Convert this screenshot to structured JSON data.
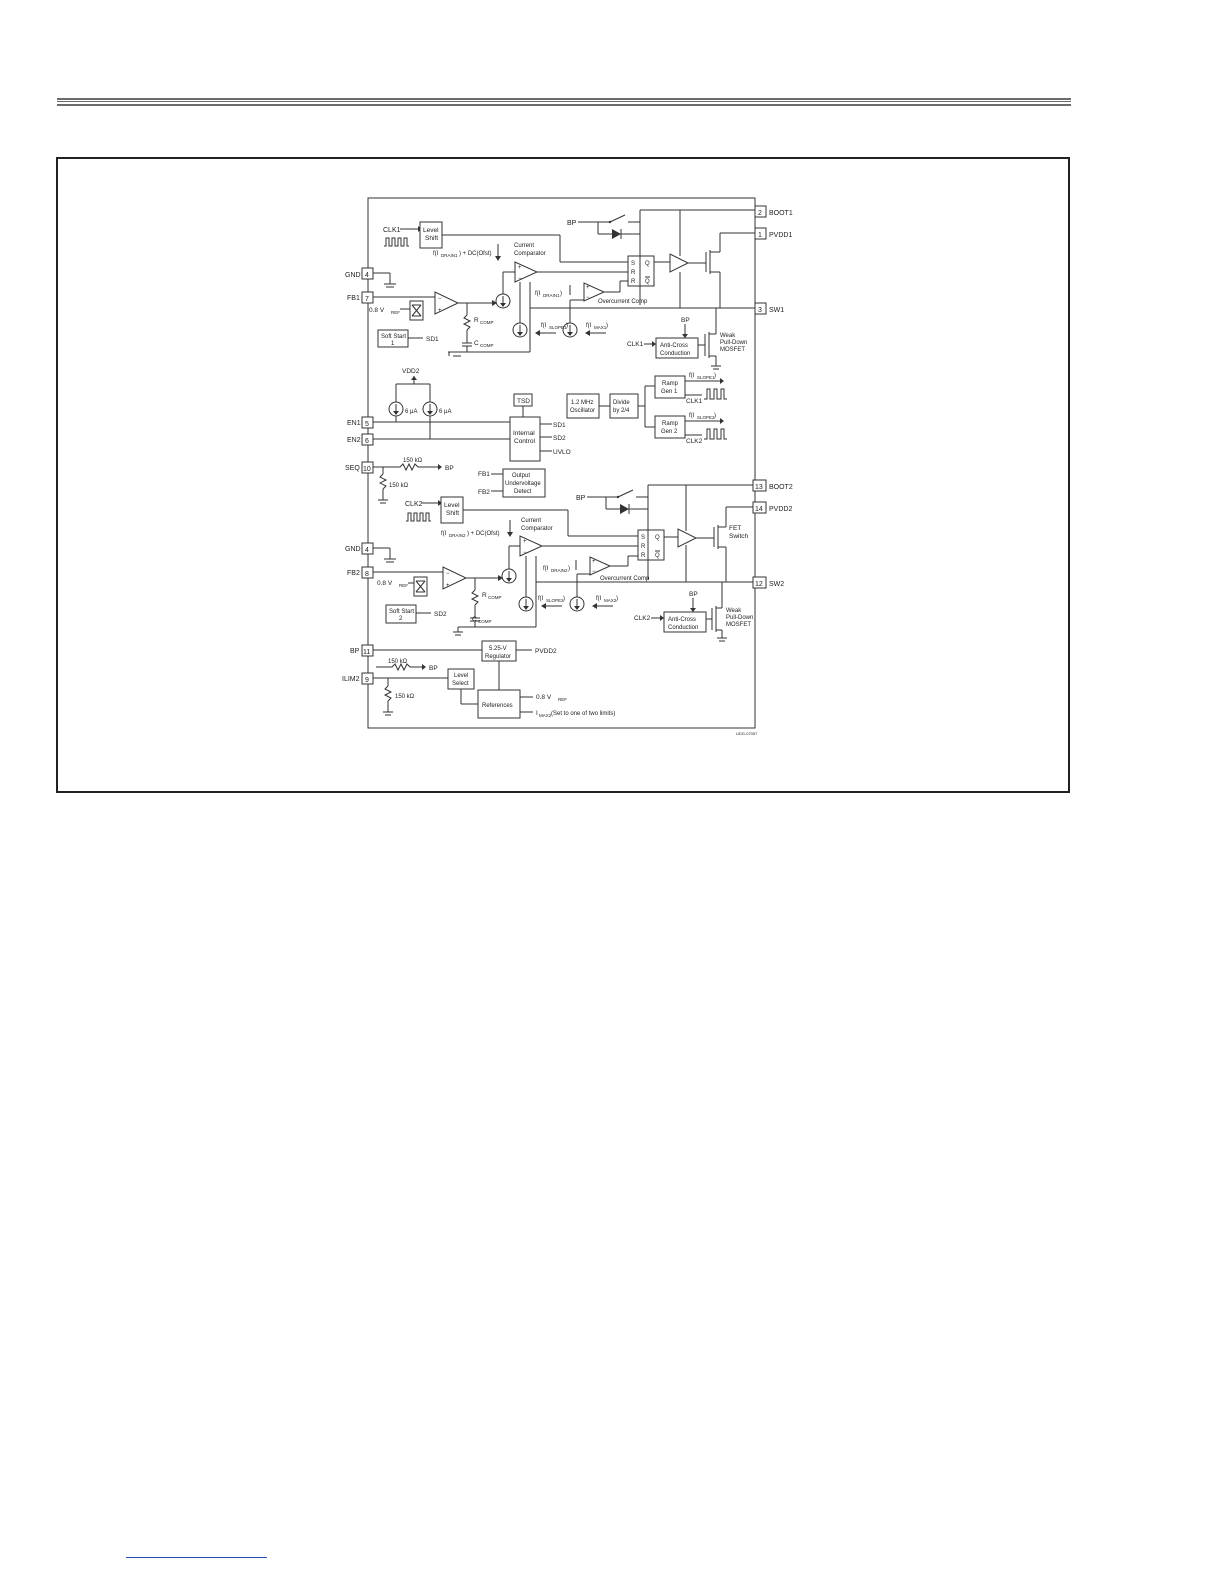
{
  "header_rules": 3,
  "colors": {
    "rule": "#6b6b6b",
    "frame": "#222222",
    "ink": "#333333",
    "link": "#2b4fb3"
  },
  "pins": {
    "gnd_a": {
      "name": "GND",
      "num": "4"
    },
    "fb1": {
      "name": "FB1",
      "num": "7"
    },
    "en1": {
      "name": "EN1",
      "num": "5"
    },
    "en2": {
      "name": "EN2",
      "num": "6"
    },
    "seq": {
      "name": "SEQ",
      "num": "10"
    },
    "gnd_b": {
      "name": "GND",
      "num": "4"
    },
    "fb2": {
      "name": "FB2",
      "num": "8"
    },
    "bp": {
      "name": "BP",
      "num": "11"
    },
    "ilim2": {
      "name": "ILIM2",
      "num": "9"
    },
    "boot1": {
      "name": "BOOT1",
      "num": "2"
    },
    "pvdd1": {
      "name": "PVDD1",
      "num": "1"
    },
    "sw1": {
      "name": "SW1",
      "num": "3"
    },
    "boot2": {
      "name": "BOOT2",
      "num": "13"
    },
    "pvdd2": {
      "name": "PVDD2",
      "num": "14"
    },
    "sw2": {
      "name": "SW2",
      "num": "12"
    }
  },
  "blocks": {
    "level_shift_1": [
      "Level",
      "Shift"
    ],
    "level_shift_2": [
      "Level",
      "Shift"
    ],
    "soft_start_1": [
      "Soft Start",
      "1"
    ],
    "soft_start_2": [
      "Soft Start",
      "2"
    ],
    "anti_cross_1": [
      "Anti-Cross",
      "Conduction"
    ],
    "anti_cross_2": [
      "Anti-Cross",
      "Conduction"
    ],
    "tsd": "TSD",
    "internal_control": [
      "Internal",
      "Control"
    ],
    "oscillator": [
      "1.2 MHz",
      "Oscillator"
    ],
    "divide": [
      "Divide",
      "by 2/4"
    ],
    "ramp_gen_1": [
      "Ramp",
      "Gen 1"
    ],
    "ramp_gen_2": [
      "Ramp",
      "Gen 2"
    ],
    "uv_detect": [
      "Output",
      "Undervoltage",
      "Detect"
    ],
    "regulator": [
      "5.25-V",
      "Regulator"
    ],
    "level_select": [
      "Level",
      "Select"
    ],
    "references": "References"
  },
  "labels": {
    "clk1": "CLK1",
    "clk2": "CLK2",
    "bp": "BP",
    "vdd2": "VDD2",
    "current_comparator": [
      "Current",
      "Comparator"
    ],
    "overcurrent_comp": "Overcurrent Comp",
    "vref": "0.8 V",
    "vref_sub": "REF",
    "rcomp": "R",
    "rcomp_sub": "COMP",
    "ccomp": "C",
    "ccomp_sub": "COMP",
    "sd1": "SD1",
    "sd2": "SD2",
    "uvlo": "UVLO",
    "fb1": "FB1",
    "fb2": "FB2",
    "pvdd2": "PVDD2",
    "i6ua": "6 μA",
    "r150k": "150 kΩ",
    "weak_pulldown": [
      "Weak",
      "Pull-Down",
      "MOSFET"
    ],
    "fet_switch": [
      "FET",
      "Switch"
    ],
    "s": "S",
    "r": "R",
    "q": "Q",
    "qbar": "Q",
    "f_drain1_dc": "f(I",
    "drain1": "DRAIN1",
    "plus_dc": ") + DC(Ofst)",
    "drain2": "DRAIN2",
    "f_open": "f(I",
    "slope1": "SLOPE1",
    "slope2": "SLOPE2",
    "max1": "MAX1",
    "max2": "MAX2",
    "close": ")",
    "ref_line_1": "0.8 V",
    "imax2": "I",
    "imax2_tail": "(Set to one of two limits)",
    "fig_id": "UDG-07057"
  }
}
